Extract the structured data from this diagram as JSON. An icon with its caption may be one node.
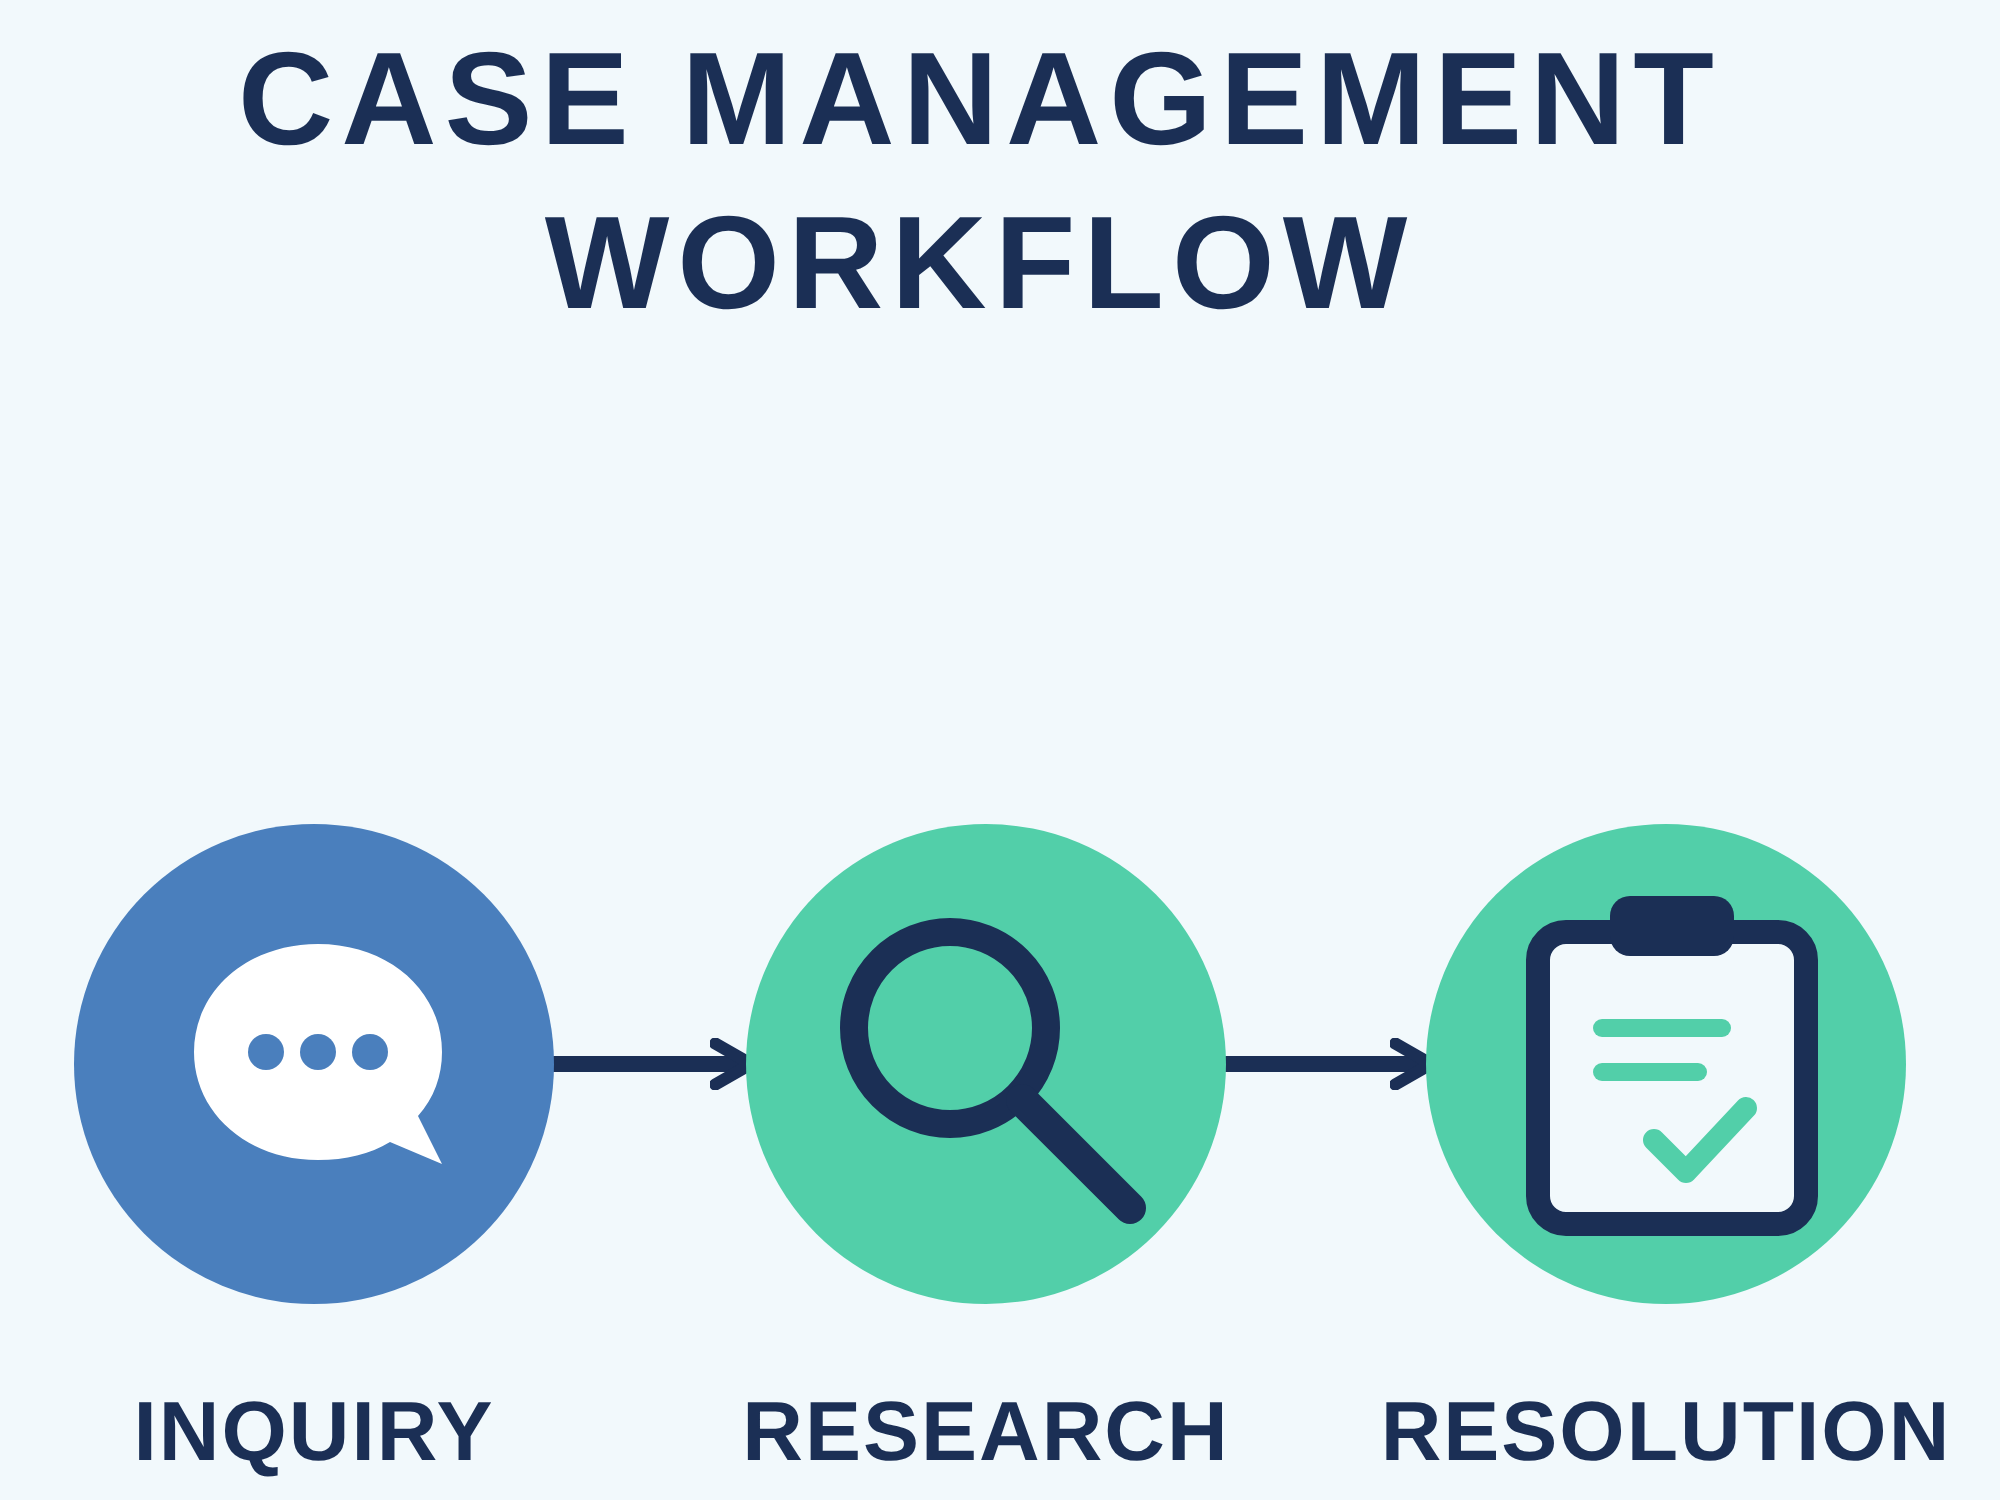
{
  "diagram": {
    "title": "CASE MANAGEMENT WORKFLOW",
    "nodes": [
      {
        "text": [
          "INQUIRY"
        ]
      },
      {
        "text": [
          "RESEARCH"
        ]
      },
      {
        "text": [
          "RESOLUTION"
        ]
      }
    ],
    "edges": [
      {
        "from": 0,
        "to": 1,
        "arrow": "to"
      },
      {
        "from": 1,
        "to": 2,
        "arrow": "to"
      }
    ]
  }
}
